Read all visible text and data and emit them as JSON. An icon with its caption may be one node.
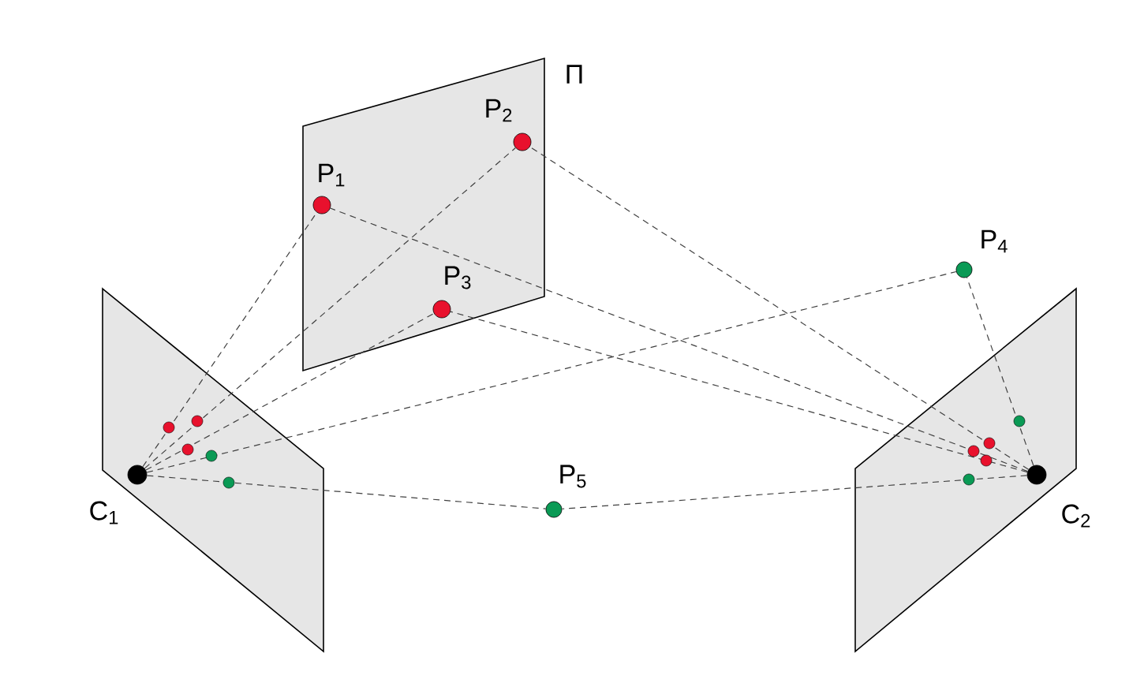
{
  "diagram": {
    "nodes": [
      {
        "text": [
          "Π"
        ]
      },
      {
        "text": [
          "P$_{1}$"
        ],
        "in": 0
      },
      {
        "text": [
          "P$_{2}$"
        ],
        "in": 0
      },
      {
        "text": [
          "P$_{3}$"
        ],
        "in": 0
      },
      {
        "text": [
          "P$_{4}$"
        ]
      },
      {
        "text": [
          "P$_{5}$"
        ]
      },
      {
        "text": [],
        "shape": "box"
      },
      {
        "text": [
          "C$_{1}$"
        ],
        "in": 6
      },
      {
        "text": [],
        "shape": "box"
      },
      {
        "text": [
          "C$_{2}$"
        ],
        "in": 8
      }
    ],
    "edges": [
      {
        "from": 7,
        "to": 1,
        "arrow": "none",
        "style": "dashed"
      },
      {
        "from": 7,
        "to": 2,
        "arrow": "none",
        "style": "dashed"
      },
      {
        "from": 7,
        "to": 3,
        "arrow": "none",
        "style": "dashed"
      },
      {
        "from": 7,
        "to": 4,
        "arrow": "none",
        "style": "dashed"
      },
      {
        "from": 7,
        "to": 5,
        "arrow": "none",
        "style": "dashed"
      },
      {
        "from": 9,
        "to": 1,
        "arrow": "none",
        "style": "dashed"
      },
      {
        "from": 9,
        "to": 2,
        "arrow": "none",
        "style": "dashed"
      },
      {
        "from": 9,
        "to": 3,
        "arrow": "none",
        "style": "dashed"
      },
      {
        "from": 9,
        "to": 4,
        "arrow": "none",
        "style": "dashed"
      },
      {
        "from": 9,
        "to": 5,
        "arrow": "none",
        "style": "dashed"
      }
    ]
  }
}
